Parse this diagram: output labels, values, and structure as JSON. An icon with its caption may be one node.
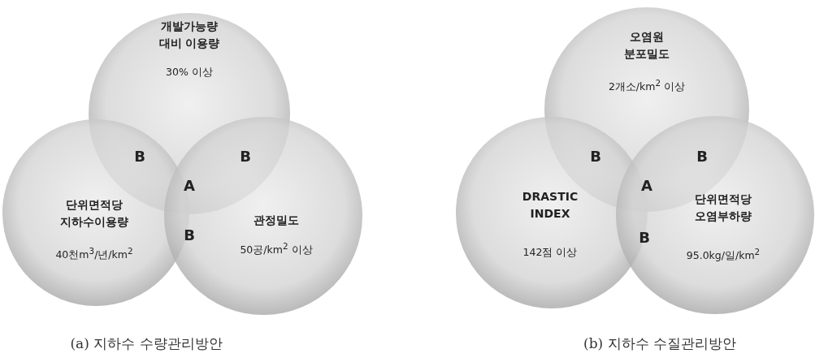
{
  "diagram": {
    "nodes": [
      {
        "text": [
          "개발가능량 대비 이용량",
          "30% 이상"
        ]
      },
      {
        "text": [
          "단위면적당 지하수이용량",
          "40천m$^{3}$/년/km$^{2}$"
        ]
      },
      {
        "text": [
          "관정밀도",
          "50공/km$^{2}$ 이상"
        ]
      },
      {
        "text": [
          "오염원 분포밀도",
          "2개소/km$^{2}$ 이상"
        ]
      },
      {
        "text": [
          "DRASTIC INDEX",
          "142점 이상"
        ]
      },
      {
        "text": [
          "단위면적당 오염부하량",
          "95.0kg/일/km$^{2}$"
        ]
      }
    ],
    "labels": [
      "B",
      "B",
      "A",
      "B",
      "B",
      "B",
      "A",
      "B",
      "(a) 지하수 수량관리방안",
      "(b) 지하수 수질관리방안"
    ]
  }
}
